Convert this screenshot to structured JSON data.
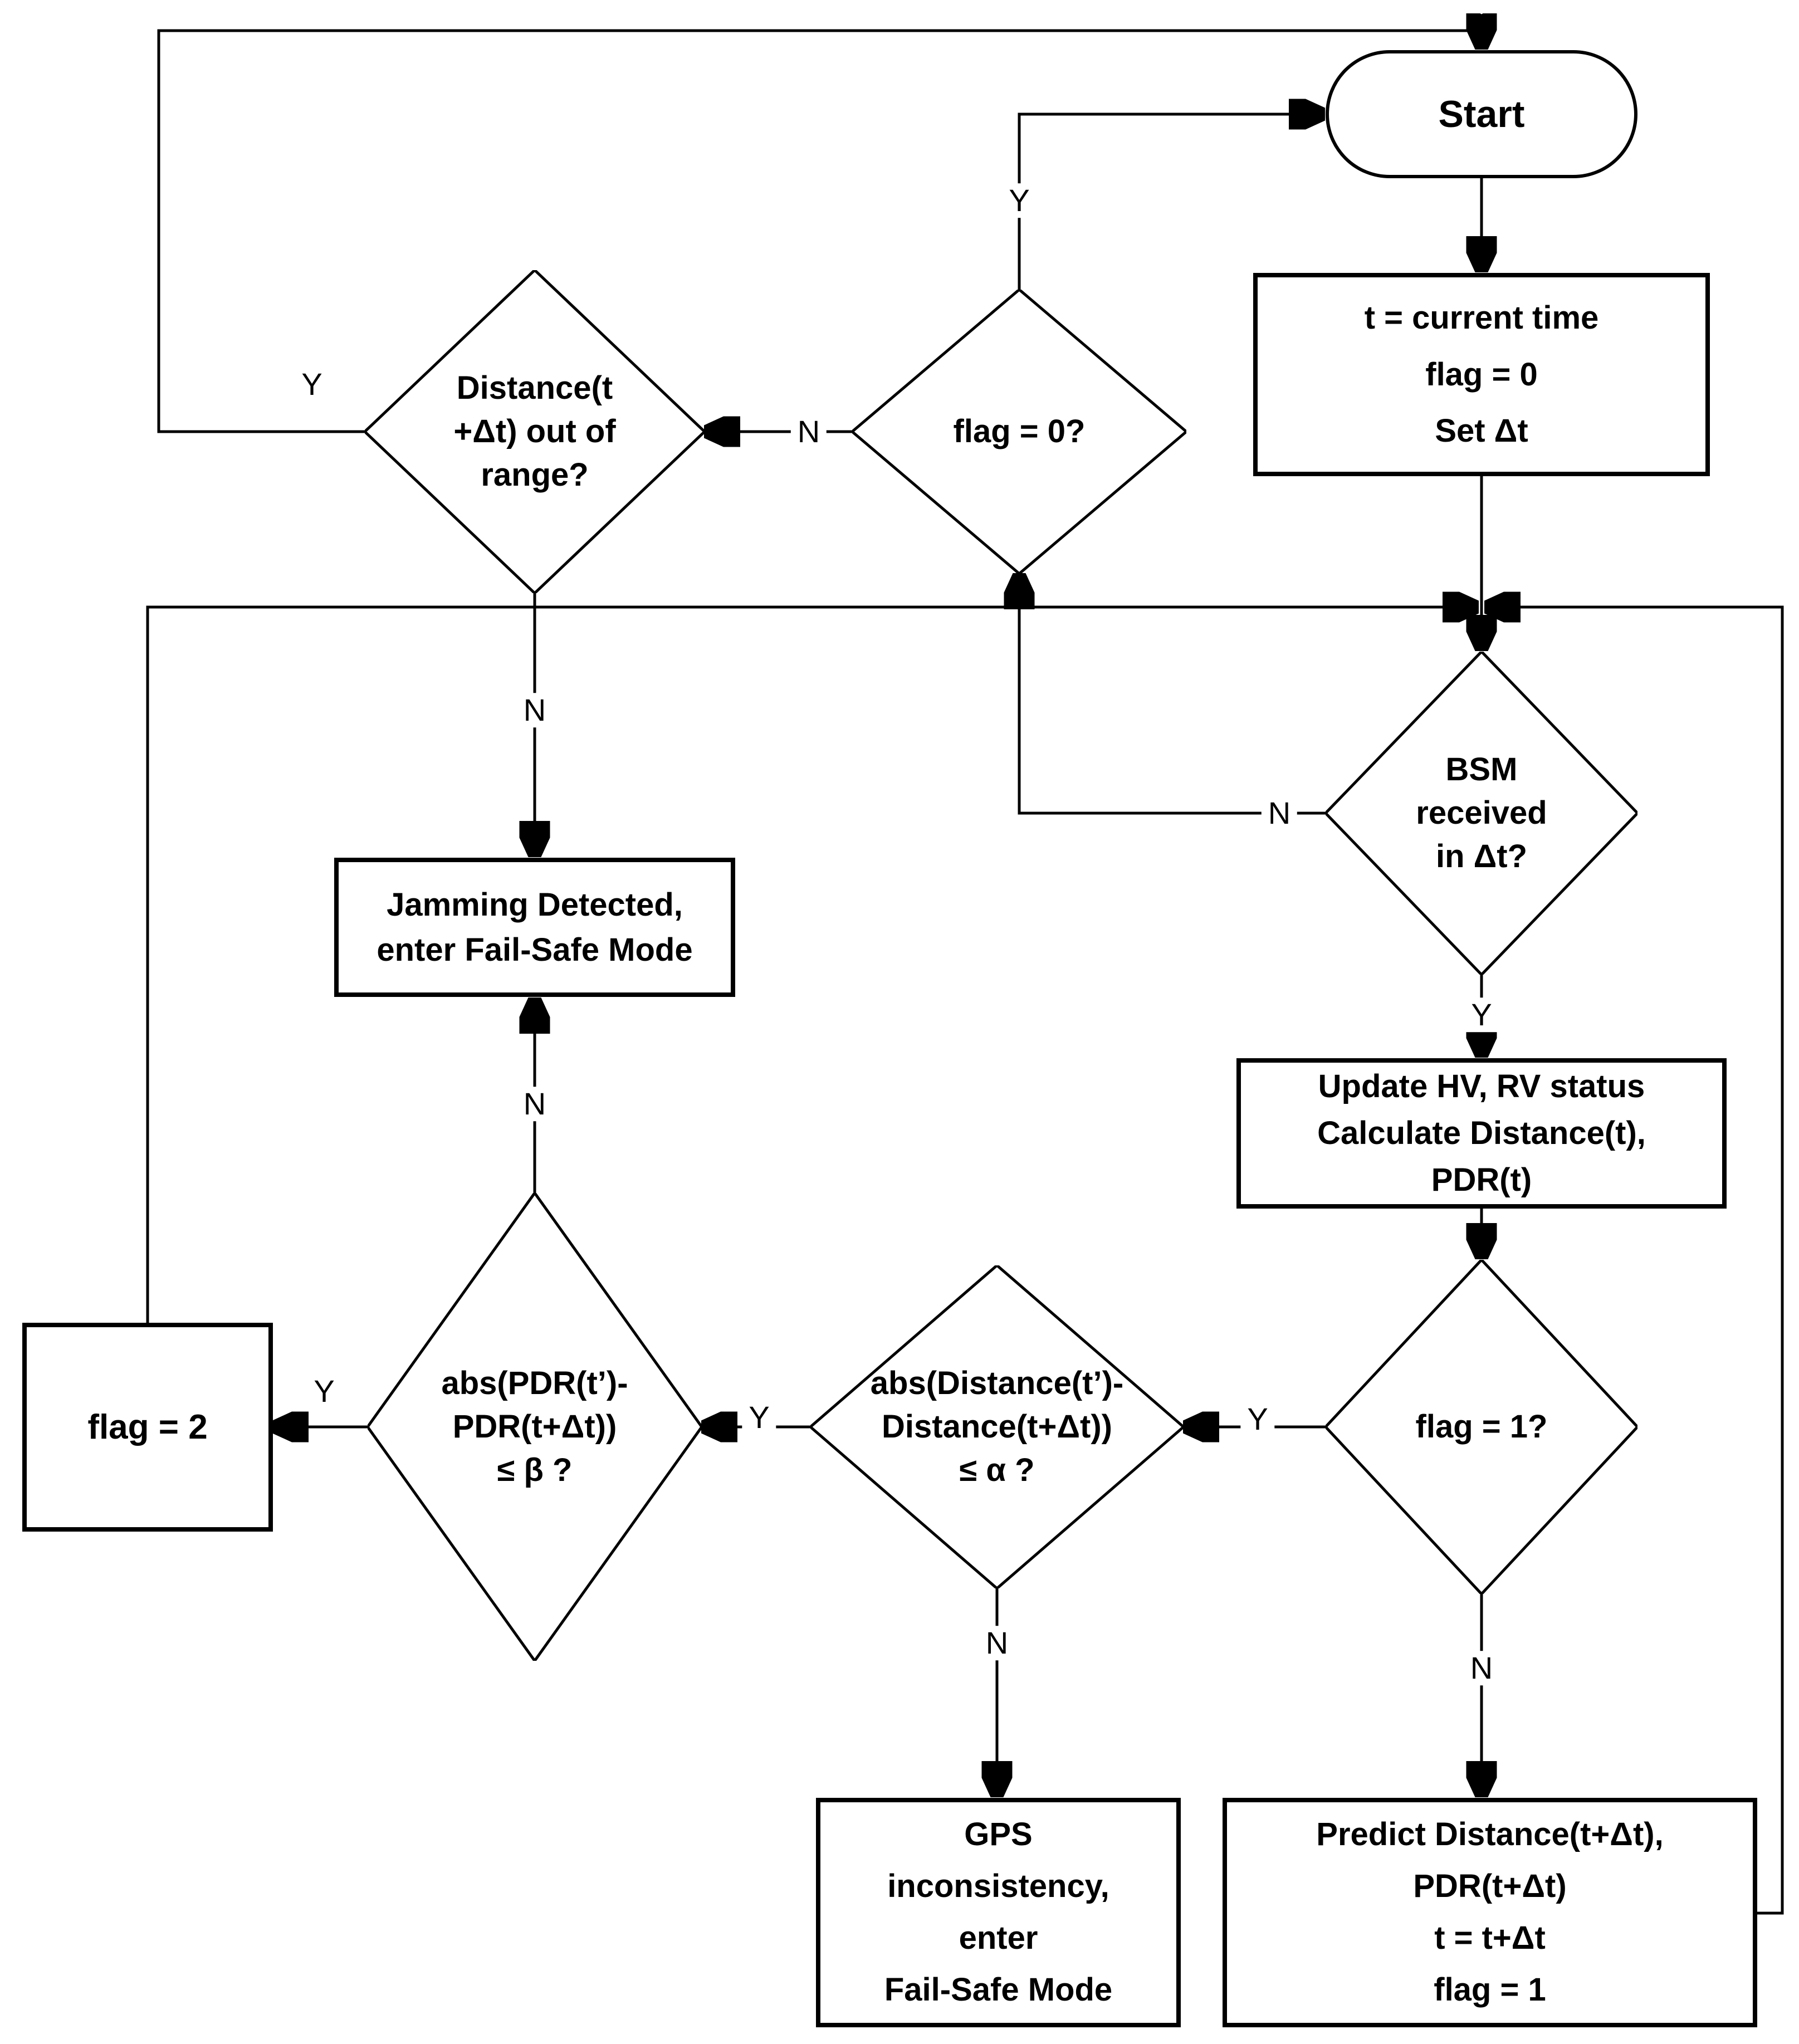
{
  "canvas": {
    "background": "#ffffff",
    "stroke_color": "#000000",
    "text_color": "#000000"
  },
  "nodes": {
    "start": {
      "type": "terminator",
      "lines": [
        "Start"
      ]
    },
    "init": {
      "type": "process",
      "lines": [
        "t = current time",
        "flag = 0",
        "Set Δt"
      ]
    },
    "distance_range": {
      "type": "decision",
      "lines": [
        "Distance(t",
        "+Δt)  out of",
        "range?"
      ]
    },
    "flag0": {
      "type": "decision",
      "lines": [
        "flag = 0?"
      ]
    },
    "bsm": {
      "type": "decision",
      "lines": [
        "BSM",
        "received",
        "in Δt?"
      ]
    },
    "update": {
      "type": "process",
      "lines": [
        "Update HV, RV status",
        "Calculate Distance(t),",
        "PDR(t)"
      ]
    },
    "flag1": {
      "type": "decision",
      "lines": [
        "flag = 1?"
      ]
    },
    "abs_distance": {
      "type": "decision",
      "lines": [
        "abs(Distance(t’)-",
        "Distance(t+Δt))",
        "≤ α ?"
      ]
    },
    "abs_pdr": {
      "type": "decision",
      "lines": [
        "abs(PDR(t’)-",
        "PDR(t+Δt))",
        "≤ β ?"
      ]
    },
    "flag2": {
      "type": "process",
      "lines": [
        "flag = 2"
      ]
    },
    "jamming": {
      "type": "process",
      "lines": [
        "Jamming Detected,",
        "enter Fail-Safe Mode"
      ]
    },
    "gps": {
      "type": "process",
      "lines": [
        "GPS",
        "inconsistency,",
        "enter",
        "Fail-Safe Mode"
      ]
    },
    "predict": {
      "type": "process",
      "lines": [
        "Predict Distance(t+Δt),",
        "PDR(t+Δt)",
        "t = t+Δt",
        "flag = 1"
      ]
    }
  },
  "edge_labels": {
    "distance_yes": "Y",
    "distance_no": "N",
    "flag0_yes": "Y",
    "flag0_no": "N",
    "bsm_yes": "Y",
    "bsm_no": "N",
    "flag1_yes": "Y",
    "flag1_no": "N",
    "abs_distance_yes": "Y",
    "abs_distance_no": "N",
    "abs_pdr_yes": "Y",
    "abs_pdr_no": "N"
  }
}
